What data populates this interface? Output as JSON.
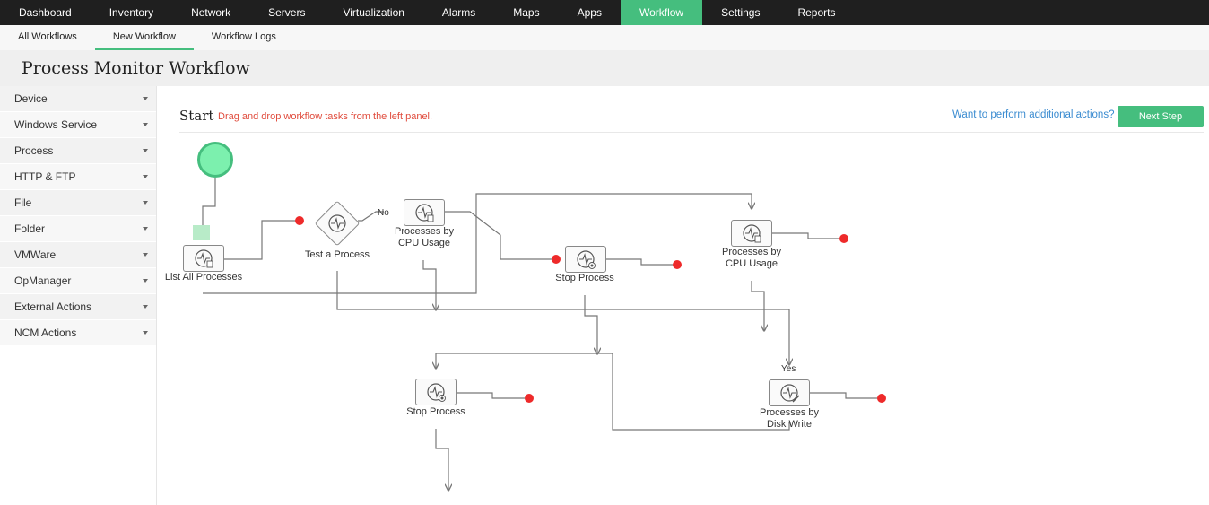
{
  "topnav": {
    "items": [
      "Dashboard",
      "Inventory",
      "Network",
      "Servers",
      "Virtualization",
      "Alarms",
      "Maps",
      "Apps",
      "Workflow",
      "Settings",
      "Reports"
    ],
    "active": "Workflow"
  },
  "subnav": {
    "items": [
      "All Workflows",
      "New Workflow",
      "Workflow Logs"
    ],
    "active": "New Workflow"
  },
  "page": {
    "title": "Process Monitor Workflow"
  },
  "sidebar": {
    "items": [
      {
        "label": "Device"
      },
      {
        "label": "Windows Service"
      },
      {
        "label": "Process"
      },
      {
        "label": "HTTP & FTP"
      },
      {
        "label": "File"
      },
      {
        "label": "Folder"
      },
      {
        "label": "VMWare"
      },
      {
        "label": "OpManager"
      },
      {
        "label": "External Actions"
      },
      {
        "label": "NCM Actions"
      }
    ]
  },
  "canvas": {
    "start_label": "Start",
    "hint": "Drag and drop workflow tasks from the left panel.",
    "additional_actions": "Want to perform additional actions?",
    "next_step": "Next Step"
  },
  "workflow": {
    "nodes": {
      "list_all": "List All Processes",
      "test_process": "Test a Process",
      "cpu1": "Processes by CPU Usage",
      "stop1": "Stop Process",
      "cpu2": "Processes by CPU Usage",
      "stop2": "Stop Process",
      "disk": "Processes by Disk Write"
    },
    "edge_labels": {
      "no": "No",
      "yes": "Yes"
    }
  },
  "colors": {
    "accent": "#45be7e",
    "error_text": "#e04b3c",
    "end_dot": "#ee2a2a",
    "link": "#3a8bd0",
    "topnav_bg": "#1f1f1f"
  }
}
